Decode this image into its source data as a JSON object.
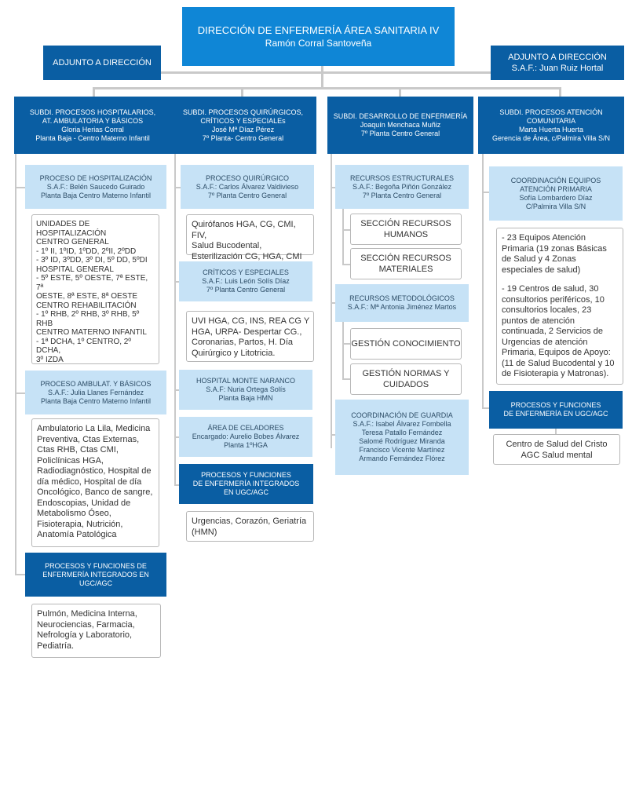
{
  "director": {
    "title": "DIRECCIÓN DE ENFERMERÍA ÁREA SANITARIA IV",
    "name": "Ramón Corral Santoveña"
  },
  "adjunto_left": {
    "title": "ADJUNTO A DIRECCIÓN"
  },
  "adjunto_right": {
    "title": "ADJUNTO A DIRECCIÓN",
    "name": "S.A.F.: Juan Ruiz Hortal"
  },
  "col1": {
    "header": [
      "SUBDI. PROCESOS HOSPITALARIOS,",
      "AT. AMBULATORIA Y BÁSICOS",
      "Gloria Herias Corral",
      "Planta Baja - Centro Materno Infantil"
    ],
    "hosp": [
      "PROCESO DE HOSPITALIZACIÓN",
      "S.A.F.: Belén Saucedo Guirado",
      "Planta Baja Centro Materno Infantil"
    ],
    "units": {
      "g1": [
        "UNIDADES DE HOSPITALIZACIÓN",
        "CENTRO GENERAL",
        "- 1º II, 1ºID, 1ºDD, 2ºII, 2ºDD",
        "- 3º ID, 3ºDD, 3º DI, 5º DD, 5ºDI"
      ],
      "g2": [
        "HOSPITAL GENERAL",
        "- 5º ESTE, 5º OESTE, 7ª ESTE, 7ª",
        "OESTE, 8ª ESTE, 8ª OESTE"
      ],
      "g3": [
        "CENTRO REHABILITACIÓN",
        "- 1º RHB, 2º RHB, 3º RHB, 5º RHB"
      ],
      "g4": [
        "CENTRO MATERNO INFANTIL",
        "- 1ª DCHA, 1º CENTRO, 2º DCHA,",
        "3º IZDA"
      ]
    },
    "ambul": [
      "PROCESO AMBULAT. Y BÁSICOS",
      "S.A.F.: Julia Llanes Fernández",
      "Planta Baja Centro Materno Infantil"
    ],
    "ambul_list": [
      "Ambulatorio La Lila, Medicina",
      "Preventiva, Ctas Externas,",
      "Ctas RHB, Ctas CMI,",
      "Policlínicas HGA,",
      "Radiodiagnóstico, Hospital de",
      "día médico, Hospital de día",
      "Oncológico, Banco de sangre,",
      "Endoscopias, Unidad de",
      "Metabolismo Óseo,",
      "Fisioterapia, Nutrición,",
      "Anatomía Patológica"
    ],
    "ugc": [
      "PROCESOS Y FUNCIONES DE",
      "ENFERMERÍA INTEGRADOS EN",
      "UGC/AGC"
    ],
    "ugc_list": [
      "Pulmón, Medicina Interna,",
      "Neurociencias, Farmacia,",
      "Nefrología y Laboratorio,",
      "Pediatría."
    ]
  },
  "col2": {
    "header": [
      "SUBDI. PROCESOS QUIRÚRGICOS,",
      "CRÍTICOS Y ESPECIALEs",
      "José Mª Díaz Pérez",
      "7º Planta- Centro General"
    ],
    "quir": [
      "PROCESO QUIRÚRGICO",
      "S.A.F.: Carlos Álvarez Valdivieso",
      "7º Planta Centro General"
    ],
    "quir_list": [
      "Quirófanos HGA, CG, CMI, FIV,",
      "Salud Bucodental,",
      "Esterilización CG, HGA, CMI"
    ],
    "crit": [
      "CRÍTICOS Y ESPECIALES",
      "S.A.F.: Luis León Solís Díaz",
      "7º Planta Centro General"
    ],
    "crit_list": [
      "UVI HGA, CG, INS, REA CG Y",
      "HGA, URPA- Despertar CG.,",
      "Coronarias, Partos, H. Día",
      "Quirúrgico y Litotricia."
    ],
    "hmn": [
      "HOSPITAL MONTE NARANCO",
      "S.A.F: Nuria Ortega Solís",
      "Planta Baja HMN"
    ],
    "celad": [
      "ÁREA DE CELADORES",
      "Encargado: Aurelio Bobes Álvarez",
      "Planta 1ºHGA"
    ],
    "ugc": [
      "PROCESOS Y FUNCIONES",
      "DE ENFERMERÍA INTEGRADOS",
      "EN UGC/AGC"
    ],
    "ugc_list": [
      "Urgencias, Corazón, Geriatría",
      "(HMN)"
    ]
  },
  "col3": {
    "header": [
      "SUBDI. DESARROLLO DE ENFERMERÍA",
      "Joaquín Menchaca Muñiz",
      "7º Planta Centro General"
    ],
    "rec_est": [
      "RECURSOS ESTRUCTURALES",
      "S.A.F.: Begoña Piñón González",
      "7º Planta Centro General"
    ],
    "sec_rrhh": [
      "SECCIÓN RECURSOS",
      "HUMANOS"
    ],
    "sec_mat": [
      "SECCIÓN RECURSOS",
      "MATERIALES"
    ],
    "rec_met": [
      "RECURSOS METODOLÓGICOS",
      "S.A.F.: Mª Antonia Jiménez Martos"
    ],
    "gest_con": [
      "GESTIÓN CONOCIMIENTO"
    ],
    "gest_norm": [
      "GESTIÓN NORMAS Y",
      "CUIDADOS"
    ],
    "guardia": [
      "COORDINACIÓN DE GUARDIA",
      "S.A.F.: Isabel Álvarez Fombella",
      "Teresa Patallo Fernández",
      "Salomé Rodríguez Miranda",
      "Francisco Vicente Martínez",
      "Armando Fernández Flórez"
    ]
  },
  "col4": {
    "header": [
      "SUBDI. PROCESOS ATENCIÓN",
      "COMUNITARIA",
      "Marta Huerta Huerta",
      "Gerencia de Área, c/Palmira Villa S/N"
    ],
    "coord": [
      "COORDINACIÓN EQUIPOS",
      "ATENCIÓN PRIMARIA",
      "Sofía Lombardero Díaz",
      "C/Palmira Villa S/N"
    ],
    "list_a": [
      "- 23 Equipos Atención",
      "Primaria (19 zonas Básicas",
      "de Salud y 4 Zonas",
      "especiales de salud)"
    ],
    "list_b": [
      "- 19 Centros de salud, 30",
      "consultorios periféricos, 10",
      "consultorios locales, 23",
      "puntos de atención",
      "continuada, 2 Servicios de",
      "Urgencias de atención",
      "Primaria, Equipos de Apoyo:",
      "(11 de Salud Bucodental y 10",
      "de Fisioterapia y Matronas)."
    ],
    "ugc": [
      "PROCESOS Y FUNCIONES",
      "DE ENFERMERÍA EN UGC/AGC"
    ],
    "ugc_list": [
      "Centro de Salud del Cristo",
      "AGC Salud mental"
    ]
  }
}
